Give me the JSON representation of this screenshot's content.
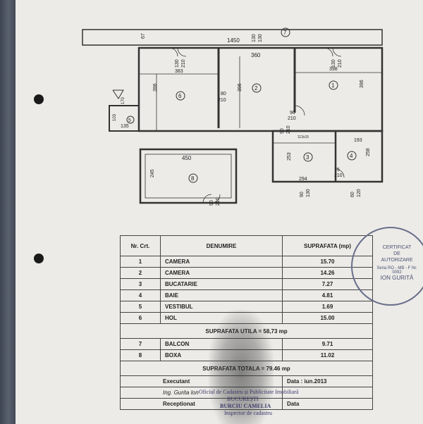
{
  "plan": {
    "dimensions": {
      "d67": "67",
      "d1450": "1450",
      "d130a": "130",
      "d130b": "130",
      "d360": "360",
      "d130_210_a": "130",
      "d210_a": "210",
      "d130_210_b": "130",
      "d210_b": "210",
      "d383": "383",
      "d396a": "396",
      "d396b": "396",
      "d398": "398",
      "d396c": "396",
      "d80": "80",
      "d210_c": "210",
      "d90": "90",
      "d210_d": "210",
      "d90s": "90",
      "d210s": "210",
      "d135": "135",
      "d103": "103",
      "d170": "170",
      "d113x15": "113x15",
      "d193": "193",
      "d253": "253",
      "d258": "258",
      "d75": "75",
      "d210_e": "210",
      "d294": "294",
      "d450": "450",
      "d245": "245",
      "d90b": "90",
      "d210_f": "210",
      "d90c": "90",
      "d130c": "130",
      "d60": "60",
      "d120": "120"
    },
    "rooms": [
      "1",
      "2",
      "3",
      "4",
      "5",
      "6",
      "7",
      "8"
    ]
  },
  "table": {
    "headers": {
      "nr": "Nr. Crt.",
      "denumire": "DENUMIRE",
      "suprafata": "SUPRAFATA (mp)"
    },
    "rows": [
      {
        "nr": "1",
        "name": "CAMERA",
        "area": "15.70"
      },
      {
        "nr": "2",
        "name": "CAMERA",
        "area": "14.26"
      },
      {
        "nr": "3",
        "name": "BUCATARIE",
        "area": "7.27"
      },
      {
        "nr": "4",
        "name": "BAIE",
        "area": "4.81"
      },
      {
        "nr": "5",
        "name": "VESTIBUL",
        "area": "1.69"
      },
      {
        "nr": "6",
        "name": "HOL",
        "area": "15.00"
      }
    ],
    "useful": "SUPRAFATA UTILA = 58,73 mp",
    "rows2": [
      {
        "nr": "7",
        "name": "BALCON",
        "area": "9.71"
      },
      {
        "nr": "8",
        "name": "BOXA",
        "area": "11.02"
      }
    ],
    "total": "SUPRAFATA TOTALA = 79.46 mp",
    "executant_label": "Executant",
    "date": "Data : iun.2013",
    "engineer": "Ing. Gurita Ion",
    "receptionat": "Receptionat",
    "data_label": "Data"
  },
  "stamp": {
    "line1": "CERTIFICAT",
    "line2": "DE",
    "line3": "AUTORIZARE",
    "line4": "Seria RO - MB - F Nr. 0092",
    "line5": "ION GURITĂ"
  },
  "office_stamp": {
    "line1": "Oficiul de Cadastru și Publicitate Imobiliară",
    "line2": "BUCUREȘTI",
    "line3": "BURCIU CAMELIA",
    "line4": "Inspector de cadastru"
  }
}
